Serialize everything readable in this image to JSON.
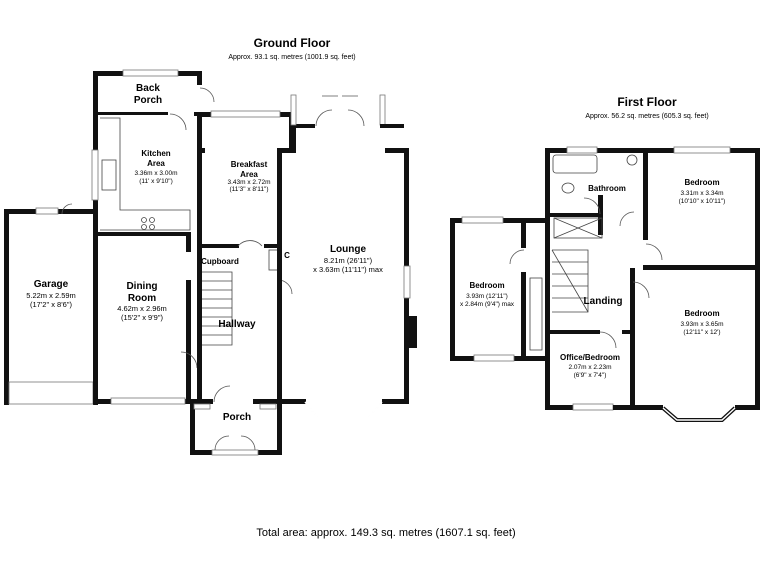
{
  "ground_floor": {
    "title": "Ground Floor",
    "area": "Approx. 93.1 sq. metres (1001.9 sq. feet)",
    "rooms": {
      "back_porch": {
        "name_line1": "Back",
        "name_line2": "Porch"
      },
      "kitchen": {
        "name_line1": "Kitchen",
        "name_line2": "Area",
        "dim_metric": "3.36m x 3.00m",
        "dim_imperial": "(11' x 9'10\")"
      },
      "breakfast": {
        "name_line1": "Breakfast",
        "name_line2": "Area",
        "dim_metric": "3.43m x 2.72m",
        "dim_imperial": "(11'3\" x 8'11\")"
      },
      "garage": {
        "name": "Garage",
        "dim_metric": "5.22m x 2.59m",
        "dim_imperial": "(17'2\" x 8'6\")"
      },
      "dining": {
        "name_line1": "Dining",
        "name_line2": "Room",
        "dim_metric": "4.62m x 2.96m",
        "dim_imperial": "(15'2\" x 9'9\")"
      },
      "cupboard": {
        "name": "Cupboard"
      },
      "c": {
        "name": "C"
      },
      "hallway": {
        "name": "Hallway"
      },
      "porch": {
        "name": "Porch"
      },
      "lounge": {
        "name": "Lounge",
        "dim_metric": "8.21m (26'11\")",
        "dim_imperial": "x 3.63m (11'11\") max"
      }
    }
  },
  "first_floor": {
    "title": "First Floor",
    "area": "Approx. 56.2 sq. metres (605.3 sq. feet)",
    "rooms": {
      "bathroom": {
        "name": "Bathroom"
      },
      "bedroom_front": {
        "name": "Bedroom",
        "dim_metric": "3.31m x 3.34m",
        "dim_imperial": "(10'10\" x 10'11\")"
      },
      "bedroom_left": {
        "name": "Bedroom",
        "dim_metric": "3.93m (12'11\")",
        "dim_imperial": "x 2.84m (9'4\") max"
      },
      "landing": {
        "name": "Landing"
      },
      "bedroom_main": {
        "name": "Bedroom",
        "dim_metric": "3.93m x 3.65m",
        "dim_imperial": "(12'11\" x 12')"
      },
      "office": {
        "name": "Office/Bedroom",
        "dim_metric": "2.07m x 2.23m",
        "dim_imperial": "(6'9\" x 7'4\")"
      }
    }
  },
  "total_area": "Total area: approx. 149.3 sq. metres (1607.1 sq. feet)"
}
